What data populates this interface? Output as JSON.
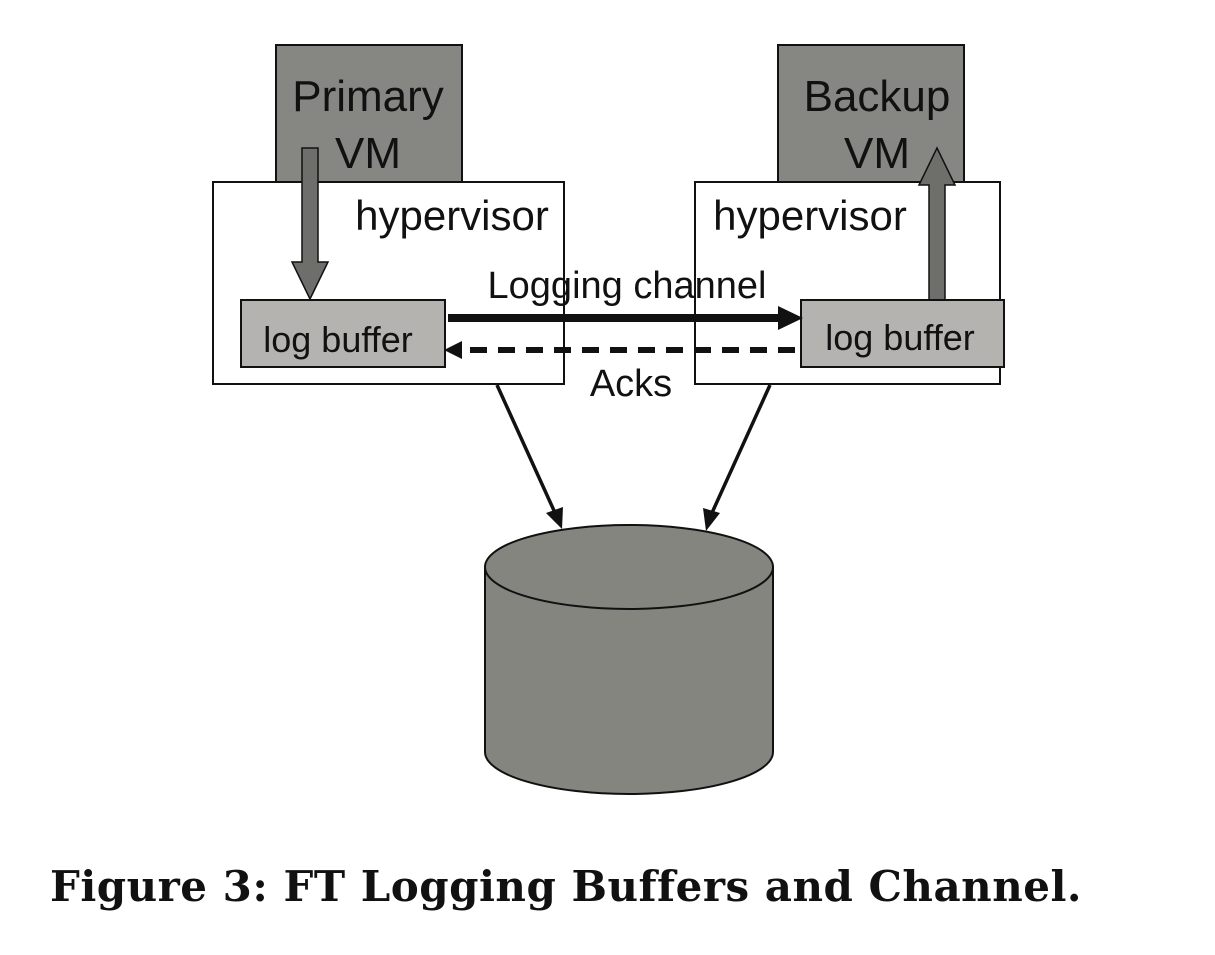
{
  "diagram": {
    "primary_vm": {
      "line1": "Primary",
      "line2": "VM"
    },
    "backup_vm": {
      "line1": "Backup",
      "line2": "VM"
    },
    "primary_hypervisor": {
      "label": "hypervisor"
    },
    "backup_hypervisor": {
      "label": "hypervisor"
    },
    "primary_log_buffer": {
      "label": "log buffer"
    },
    "backup_log_buffer": {
      "label": "log buffer"
    },
    "logging_channel": {
      "label": "Logging channel"
    },
    "acks": {
      "label": "Acks"
    },
    "shared_disk": {
      "label": ""
    },
    "colors": {
      "vm_fill": "#868682",
      "buffer_fill": "#b4b3af",
      "arrow_fill": "#6e6f6b",
      "disk_fill": "#858580",
      "stroke": "#111111"
    }
  },
  "caption": "Figure 3: FT Logging Buffers and Channel."
}
